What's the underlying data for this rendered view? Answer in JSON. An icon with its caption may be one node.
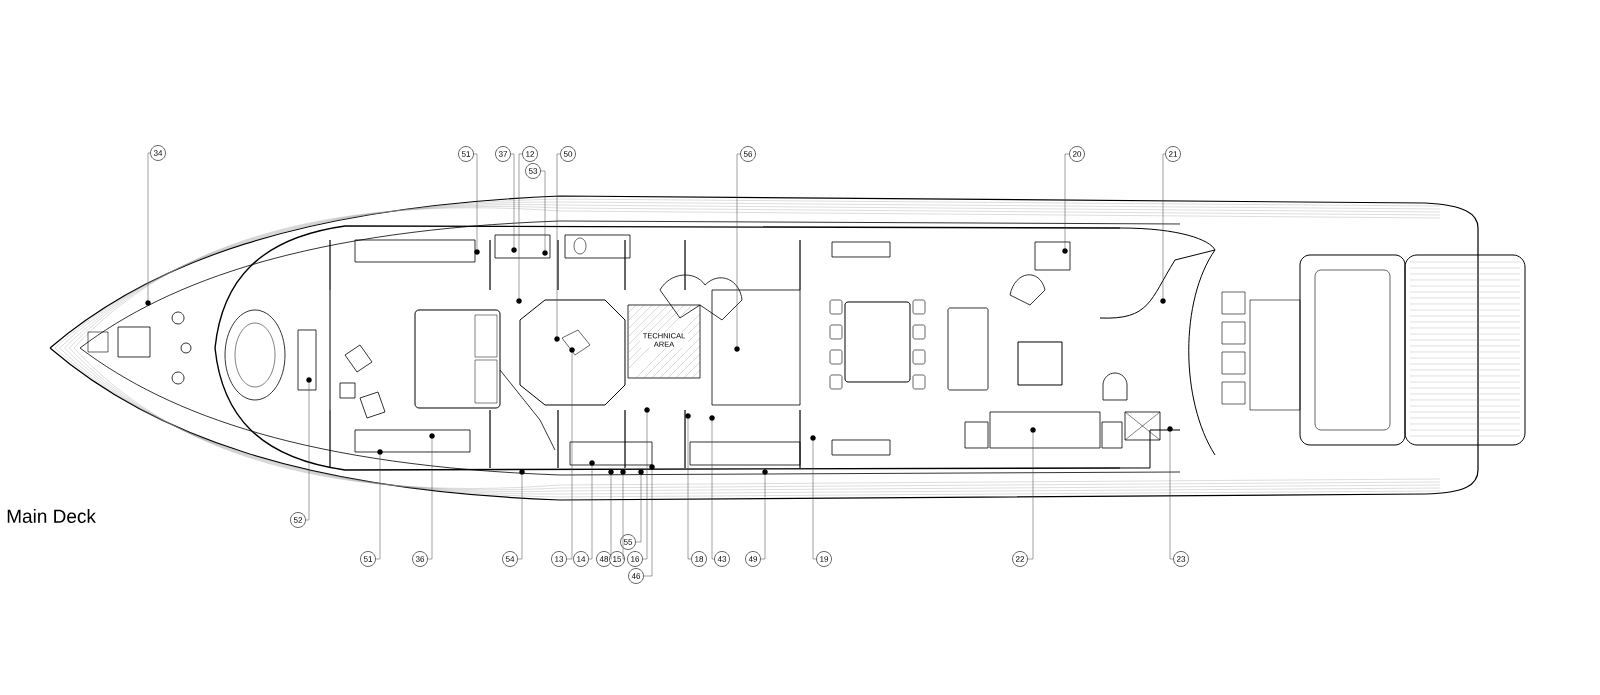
{
  "diagram": {
    "title": "Main Deck",
    "nodes": [
      {
        "text": [
          "34"
        ]
      },
      {
        "text": [
          "51"
        ]
      },
      {
        "text": [
          "37"
        ]
      },
      {
        "text": [
          "12"
        ]
      },
      {
        "text": [
          "53"
        ]
      },
      {
        "text": [
          "50"
        ]
      },
      {
        "text": [
          "56"
        ]
      },
      {
        "text": [
          "20"
        ]
      },
      {
        "text": [
          "21"
        ]
      },
      {
        "text": [
          "52"
        ]
      },
      {
        "text": [
          "51"
        ]
      },
      {
        "text": [
          "36"
        ]
      },
      {
        "text": [
          "54"
        ]
      },
      {
        "text": [
          "13"
        ]
      },
      {
        "text": [
          "14"
        ]
      },
      {
        "text": [
          "48"
        ]
      },
      {
        "text": [
          "15"
        ]
      },
      {
        "text": [
          "55"
        ]
      },
      {
        "text": [
          "16"
        ]
      },
      {
        "text": [
          "46"
        ]
      },
      {
        "text": [
          "18"
        ]
      },
      {
        "text": [
          "43"
        ]
      },
      {
        "text": [
          "49"
        ]
      },
      {
        "text": [
          "19"
        ]
      },
      {
        "text": [
          "22"
        ]
      },
      {
        "text": [
          "23"
        ]
      },
      {
        "text": [],
        "shape": "circle"
      },
      {
        "text": [],
        "shape": "circle"
      },
      {
        "text": [],
        "shape": "circle"
      },
      {
        "text": [],
        "shape": "circle"
      },
      {
        "text": [],
        "shape": "circle"
      },
      {
        "text": [],
        "shape": "circle"
      },
      {
        "text": [],
        "shape": "circle"
      },
      {
        "text": [],
        "shape": "circle"
      },
      {
        "text": [],
        "shape": "circle"
      },
      {
        "text": [],
        "shape": "circle"
      },
      {
        "text": [],
        "shape": "circle"
      },
      {
        "text": [],
        "shape": "circle"
      },
      {
        "text": [],
        "shape": "circle"
      },
      {
        "text": [],
        "shape": "circle"
      },
      {
        "text": [],
        "shape": "circle"
      },
      {
        "text": [],
        "shape": "circle"
      },
      {
        "text": [],
        "shape": "circle"
      },
      {
        "text": [],
        "shape": "circle"
      },
      {
        "text": [],
        "shape": "circle"
      },
      {
        "text": [],
        "shape": "circle"
      },
      {
        "text": [],
        "shape": "circle"
      },
      {
        "text": [],
        "shape": "circle"
      },
      {
        "text": [],
        "shape": "circle"
      },
      {
        "text": [],
        "shape": "circle"
      },
      {
        "text": [],
        "shape": "circle"
      },
      {
        "text": [],
        "shape": "circle"
      }
    ],
    "edges": [
      {
        "from": 0,
        "to": 26,
        "arrow": "none"
      },
      {
        "from": 1,
        "to": 30,
        "arrow": "none"
      },
      {
        "from": 2,
        "to": 31,
        "arrow": "none"
      },
      {
        "from": 3,
        "to": 32,
        "arrow": "none"
      },
      {
        "from": 4,
        "to": 34,
        "arrow": "none"
      },
      {
        "from": 5,
        "to": 35,
        "arrow": "none"
      },
      {
        "from": 6,
        "to": 45,
        "arrow": "none"
      },
      {
        "from": 7,
        "to": 49,
        "arrow": "none"
      },
      {
        "from": 8,
        "to": 50,
        "arrow": "none"
      },
      {
        "from": 9,
        "to": 27,
        "arrow": "none"
      },
      {
        "from": 10,
        "to": 28,
        "arrow": "none"
      },
      {
        "from": 11,
        "to": 29,
        "arrow": "none"
      },
      {
        "from": 12,
        "to": 33,
        "arrow": "none"
      },
      {
        "from": 13,
        "to": 36,
        "arrow": "none"
      },
      {
        "from": 14,
        "to": 37,
        "arrow": "none"
      },
      {
        "from": 15,
        "to": 38,
        "arrow": "none"
      },
      {
        "from": 16,
        "to": 39,
        "arrow": "none"
      },
      {
        "from": 17,
        "to": 40,
        "arrow": "none"
      },
      {
        "from": 18,
        "to": 41,
        "arrow": "none"
      },
      {
        "from": 19,
        "to": 42,
        "arrow": "none"
      },
      {
        "from": 20,
        "to": 43,
        "arrow": "none"
      },
      {
        "from": 21,
        "to": 44,
        "arrow": "none"
      },
      {
        "from": 22,
        "to": 46,
        "arrow": "none"
      },
      {
        "from": 23,
        "to": 47,
        "arrow": "none"
      },
      {
        "from": 24,
        "to": 48,
        "arrow": "none"
      },
      {
        "from": 25,
        "to": 51,
        "arrow": "none"
      }
    ],
    "labels": [
      "TECHNICAL AREA"
    ]
  }
}
